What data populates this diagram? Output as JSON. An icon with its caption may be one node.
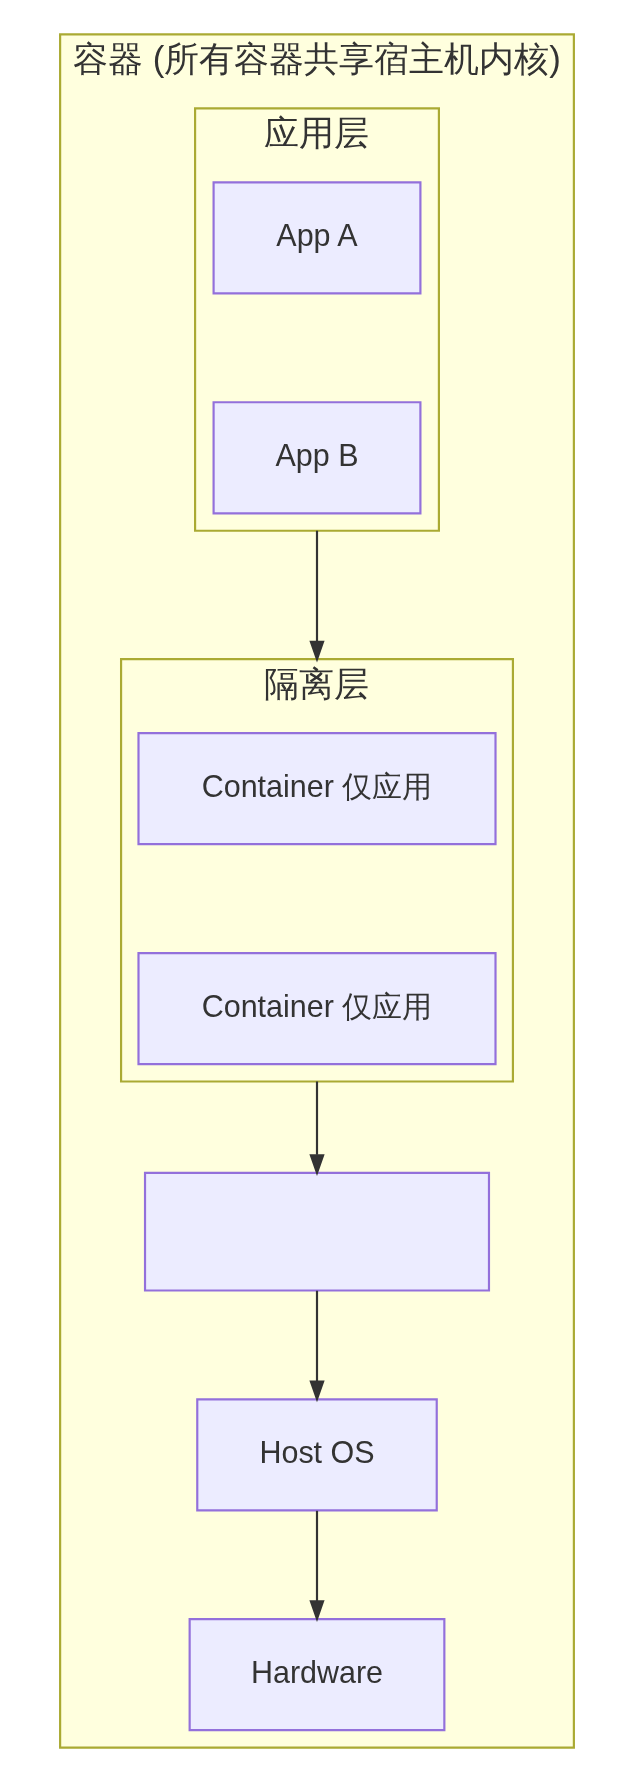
{
  "diagram": {
    "nodes": [
      {
        "text": [
          "容器 (所有容器共享宿主机内核)"
        ]
      },
      {
        "text": [
          "应用层"
        ],
        "in": 0
      },
      {
        "text": [
          "App A"
        ],
        "in": 1
      },
      {
        "text": [
          "App B"
        ],
        "in": 1
      },
      {
        "text": [
          "隔离层"
        ],
        "in": 0
      },
      {
        "text": [
          "Container 仅应用"
        ],
        "in": 4
      },
      {
        "text": [
          "Container 仅应用"
        ],
        "in": 4
      },
      {
        "text": [],
        "shape": "box",
        "in": 0
      },
      {
        "text": [
          "Host OS"
        ],
        "in": 0
      },
      {
        "text": [
          "Hardware"
        ],
        "in": 0
      }
    ],
    "edges": [
      {
        "from": 1,
        "to": 4,
        "arrow": "to"
      },
      {
        "from": 4,
        "to": 7,
        "arrow": "to"
      },
      {
        "from": 7,
        "to": 8,
        "arrow": "to"
      },
      {
        "from": 8,
        "to": 9,
        "arrow": "to"
      }
    ]
  }
}
